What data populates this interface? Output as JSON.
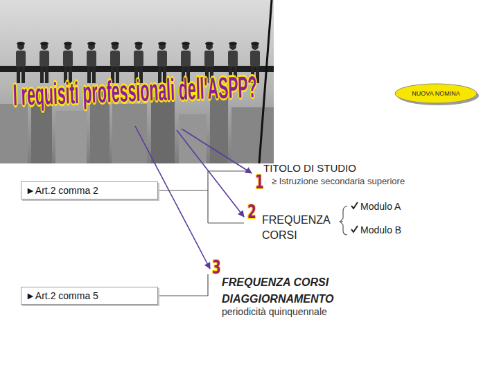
{
  "diagram": {
    "title": "I requisiti professionali dell'ASPP?",
    "nodes": [
      {
        "text": [
          "NUOVA NOMINA"
        ]
      },
      {
        "text": [
          "►Art.2 comma 2"
        ]
      },
      {
        "text": [
          "►Art.2 comma 5"
        ]
      }
    ],
    "labels": [
      "TITOLO DI STUDIO",
      "1",
      "≥ Istruzione secondaria superiore",
      "2",
      "FREQUENZA CORSI",
      "Modulo A",
      "Modulo B",
      "3",
      "FREQUENZA CORSI DIAGGIORNAMENTO",
      "periodicità quinquennale"
    ]
  }
}
